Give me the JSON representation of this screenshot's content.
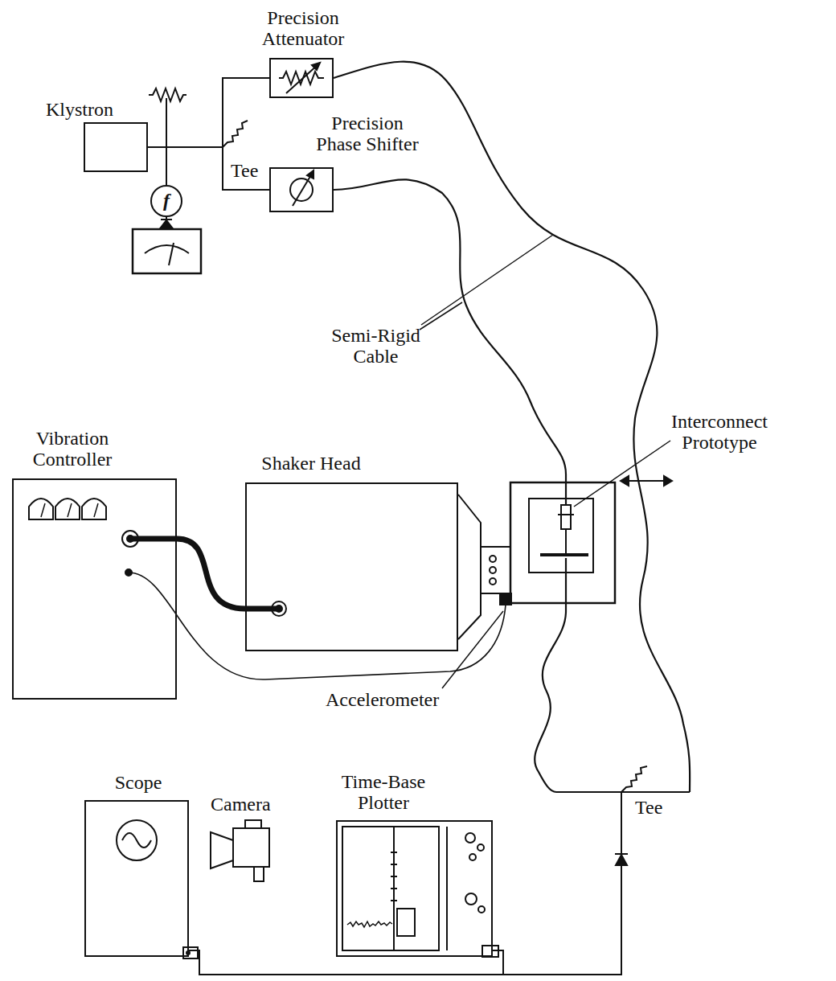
{
  "diagram": {
    "nodes": [
      {
        "text": [
          "Precision Attenuator"
        ]
      },
      {
        "text": [
          "Klystron"
        ]
      },
      {
        "text": [
          "Precision Phase Shifter"
        ]
      },
      {
        "text": [
          "f"
        ]
      },
      {
        "text": [
          "Vibration Controller"
        ]
      },
      {
        "text": [
          "Shaker Head"
        ]
      },
      {
        "text": [
          "Scope"
        ]
      },
      {
        "text": [
          "Time-Base Plotter"
        ]
      }
    ],
    "edges": [
      {
        "from": 1,
        "to": 0,
        "arrow": "none"
      },
      {
        "from": 1,
        "to": 2,
        "arrow": "none"
      },
      {
        "from": 1,
        "to": 3,
        "arrow": "none"
      },
      {
        "from": 4,
        "to": 5,
        "arrow": "none"
      },
      {
        "from": 6,
        "to": 7,
        "arrow": "none"
      }
    ],
    "labels": [
      "Tee",
      "Semi-Rigid Cable",
      "Interconnect Prototype",
      "Accelerometer",
      "Camera",
      "Tee"
    ]
  }
}
